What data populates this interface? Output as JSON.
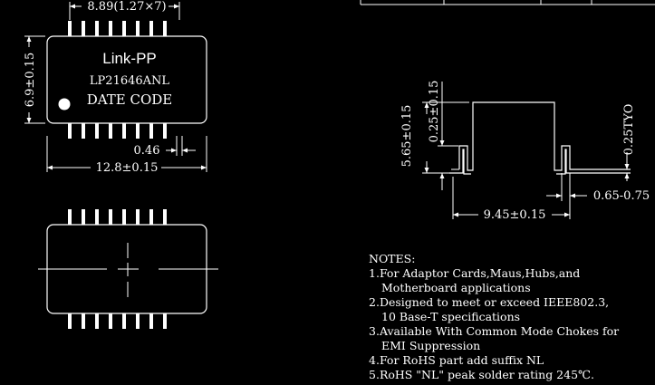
{
  "top_view": {
    "brand": "Link-PP",
    "part_number": "LP21646ANL",
    "date_code": "DATE CODE",
    "dim_pitch": "8.89(1.27×7)",
    "dim_width": "6.9±0.15",
    "dim_pin_width": "0.46",
    "dim_length": "12.8±0.15"
  },
  "side_view": {
    "dim_height": "5.65±0.15",
    "dim_standoff": "0.25±0.15",
    "dim_lead_thickness": "0.25TYO",
    "dim_foot": "0.65-0.75",
    "dim_span": "9.45±0.15"
  },
  "notes": {
    "title": "NOTES:",
    "items": [
      {
        "num": "1.",
        "lines": [
          "For Adaptor Cards,Maus,Hubs,and",
          "Motherboard applications"
        ]
      },
      {
        "num": "2.",
        "lines": [
          "Designed to meet or exceed IEEE802.3,",
          "10 Base-T specifications"
        ]
      },
      {
        "num": "3.",
        "lines": [
          "Available With Common Mode Chokes for",
          "EMI Suppression"
        ]
      },
      {
        "num": "4.",
        "lines": [
          "For RoHS part add suffix NL"
        ]
      },
      {
        "num": "5.",
        "lines": [
          "RoHS \"NL\" peak solder rating 245℃."
        ]
      }
    ]
  }
}
